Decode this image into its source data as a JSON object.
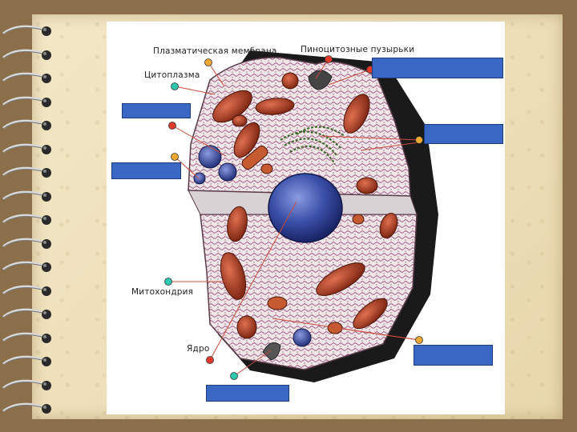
{
  "slide": {
    "labels": {
      "plasma_membrane": "Плазматическая мембрана",
      "pinocytic_vesicles": "Пиноцитозные пузырьки",
      "cytoplasm": "Цитоплазма",
      "mitochondria": "Митохондрия",
      "nucleus": "Ядро"
    },
    "colors": {
      "frame": "#8a6f4a",
      "paper": "#efe2bd",
      "answer_box": "#3a66c4",
      "marker_orange": "#f0a830",
      "marker_red": "#e03a2a",
      "marker_teal": "#2ec7b0",
      "nucleus": "#3a4fa8",
      "mitochondria": "#a8361e",
      "golgi": "#3d6b2a"
    }
  }
}
